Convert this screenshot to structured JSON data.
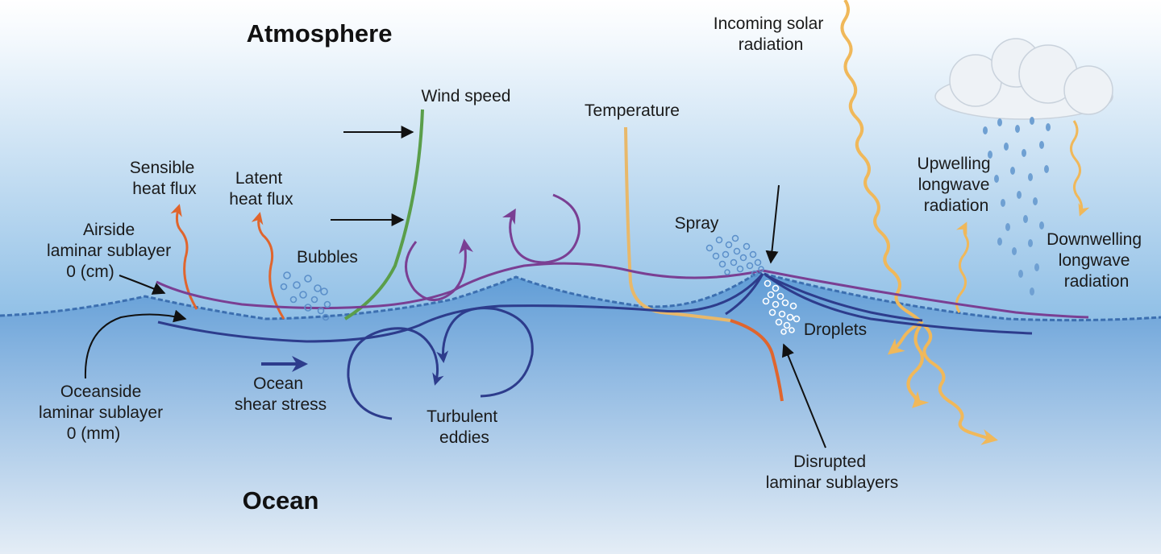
{
  "titles": {
    "atmosphere": "Atmosphere",
    "ocean": "Ocean"
  },
  "labels": {
    "incoming_solar": [
      "Incoming solar",
      "radiation"
    ],
    "wind_speed": "Wind speed",
    "temperature": "Temperature",
    "sensible_heat_flux": [
      "Sensible",
      "heat flux"
    ],
    "latent_heat_flux": [
      "Latent",
      "heat flux"
    ],
    "airside_laminar": [
      "Airside",
      "laminar sublayer",
      "0 (cm)"
    ],
    "bubbles": "Bubbles",
    "spray": "Spray",
    "upwelling": [
      "Upwelling",
      "longwave",
      "radiation"
    ],
    "downwelling": [
      "Downwelling",
      "longwave",
      "radiation"
    ],
    "droplets": "Droplets",
    "oceanside_laminar": [
      "Oceanside",
      "laminar sublayer",
      "0 (mm)"
    ],
    "ocean_shear_stress": [
      "Ocean",
      "shear stress"
    ],
    "turbulent_eddies": [
      "Turbulent",
      "eddies"
    ],
    "disrupted_laminar": [
      "Disrupted",
      "laminar sublayers"
    ]
  },
  "colors": {
    "sky_top": "#ffffff",
    "sky_bottom": "#8fbfe6",
    "ocean_top": "#5f9cd6",
    "ocean_bottom": "#dfeaf5",
    "wind": "#5a9e4a",
    "temperature_air": "#e8b86a",
    "temperature_water": "#e0652d",
    "heat_flux": "#e0652d",
    "air_circulation": "#7a3f93",
    "ocean_lines": "#2d3c8c",
    "radiation": "#f0b85a",
    "rain": "#6fa0d2",
    "bubble": "#5b8fc9"
  }
}
